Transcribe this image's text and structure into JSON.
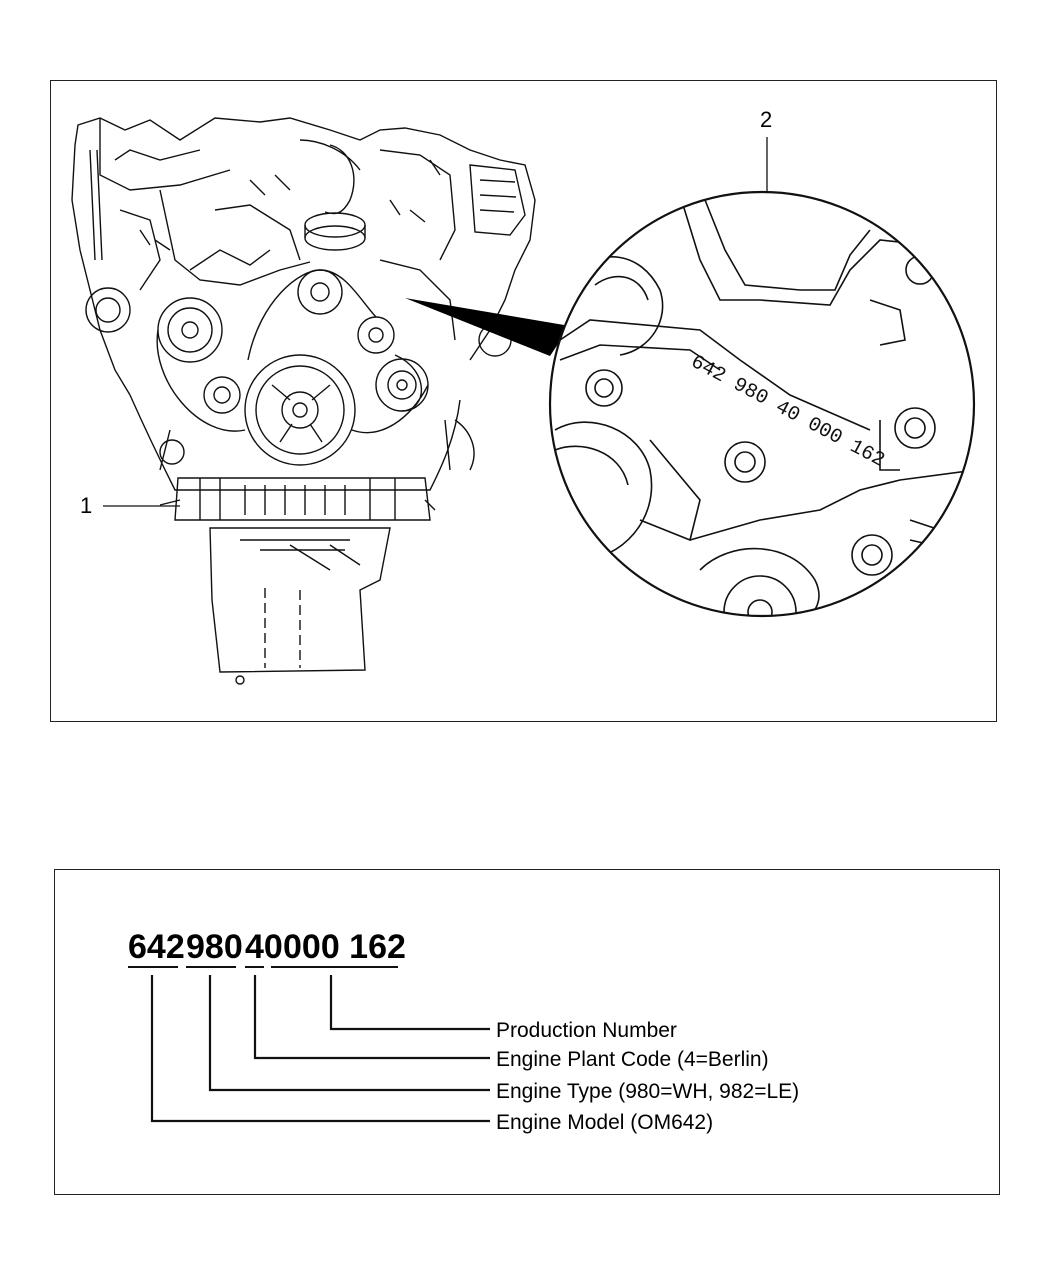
{
  "engine_figure": {
    "callouts": [
      {
        "label": "1"
      },
      {
        "label": "2"
      }
    ],
    "stamped_number": "642 980 40 000 162"
  },
  "code_breakdown": {
    "segments": [
      {
        "text": "642",
        "meaning": "Engine Model (OM642)"
      },
      {
        "text": "980",
        "meaning": "Engine Type (980=WH, 982=LE)"
      },
      {
        "text": "40",
        "meaning": "Engine Plant Code (4=Berlin)"
      },
      {
        "text": "000 162",
        "meaning": "Production Number"
      }
    ]
  }
}
